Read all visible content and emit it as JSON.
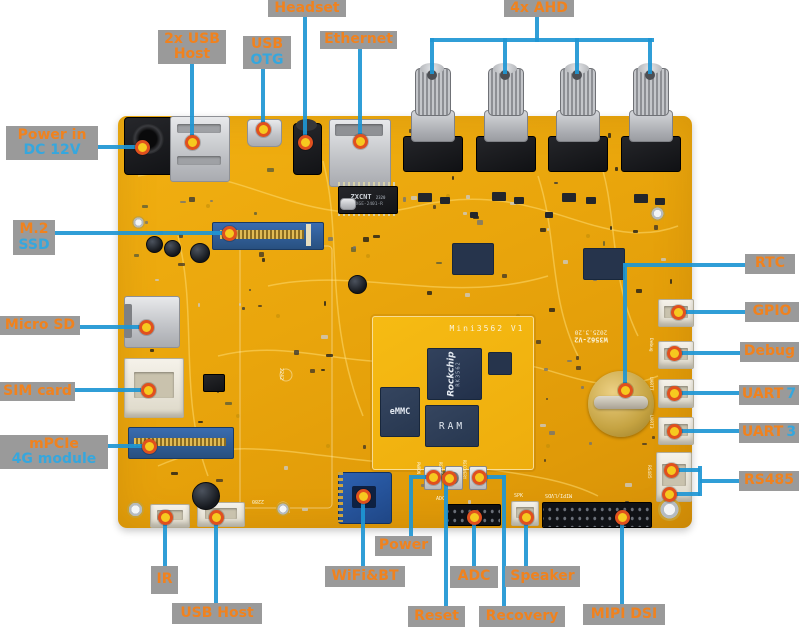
{
  "palette": {
    "pcb": "#EDA90E",
    "line_blue": "#1E96D4",
    "label_bg": "#9A9A9A",
    "orange": "#F0821E",
    "blue": "#35A7DE",
    "dot_ring": "#E0501E",
    "dot_fill": "#F6C91F"
  },
  "callouts": {
    "headset": {
      "rows": [
        [
          {
            "t": "Headset",
            "c": "orange"
          }
        ]
      ]
    },
    "ahd": {
      "rows": [
        [
          {
            "t": "4x AHD",
            "c": "orange"
          }
        ]
      ]
    },
    "usb_host_top": {
      "rows": [
        [
          {
            "t": "2x USB",
            "c": "orange"
          }
        ],
        [
          {
            "t": "Host",
            "c": "orange"
          }
        ]
      ]
    },
    "usb_otg": {
      "rows": [
        [
          {
            "t": "USB",
            "c": "orange"
          }
        ],
        [
          {
            "t": "OTG",
            "c": "blue"
          }
        ]
      ]
    },
    "ethernet": {
      "rows": [
        [
          {
            "t": "Ethernet",
            "c": "orange"
          }
        ]
      ]
    },
    "power_in": {
      "rows": [
        [
          {
            "t": "Power in",
            "c": "orange"
          }
        ],
        [
          {
            "t": "DC 12V",
            "c": "blue"
          }
        ]
      ]
    },
    "m2_ssd": {
      "rows": [
        [
          {
            "t": "M.2",
            "c": "orange"
          }
        ],
        [
          {
            "t": "SSD",
            "c": "blue"
          }
        ]
      ]
    },
    "micro_sd": {
      "rows": [
        [
          {
            "t": "Micro SD",
            "c": "orange"
          }
        ]
      ]
    },
    "sim_card": {
      "rows": [
        [
          {
            "t": "SIM card",
            "c": "orange"
          }
        ]
      ]
    },
    "mpcie": {
      "rows": [
        [
          {
            "t": "mPCIe",
            "c": "orange"
          }
        ],
        [
          {
            "t": "4G module",
            "c": "blue"
          }
        ]
      ]
    },
    "rtc": {
      "rows": [
        [
          {
            "t": "RTC",
            "c": "orange"
          }
        ]
      ]
    },
    "gpio": {
      "rows": [
        [
          {
            "t": "GPIO",
            "c": "orange"
          }
        ]
      ]
    },
    "debug": {
      "rows": [
        [
          {
            "t": "Debug",
            "c": "orange"
          }
        ]
      ]
    },
    "uart7": {
      "rows": [
        [
          {
            "t": "UART",
            "c": "orange"
          },
          {
            "t": "7",
            "c": "blue"
          }
        ]
      ]
    },
    "uart3": {
      "rows": [
        [
          {
            "t": "UART",
            "c": "orange"
          },
          {
            "t": "3",
            "c": "blue"
          }
        ]
      ]
    },
    "rs485": {
      "rows": [
        [
          {
            "t": "RS485",
            "c": "orange"
          }
        ]
      ]
    },
    "ir": {
      "rows": [
        [
          {
            "t": "IR",
            "c": "orange"
          }
        ]
      ]
    },
    "usb_host_bottom": {
      "rows": [
        [
          {
            "t": "USB Host",
            "c": "orange"
          }
        ]
      ]
    },
    "wifi_bt": {
      "rows": [
        [
          {
            "t": "WiFi&BT",
            "c": "orange"
          }
        ]
      ]
    },
    "power": {
      "rows": [
        [
          {
            "t": "Power",
            "c": "orange"
          }
        ]
      ]
    },
    "reset": {
      "rows": [
        [
          {
            "t": "Reset",
            "c": "orange"
          }
        ]
      ]
    },
    "adc": {
      "rows": [
        [
          {
            "t": "ADC",
            "c": "orange"
          }
        ]
      ]
    },
    "recovery": {
      "rows": [
        [
          {
            "t": "Recovery",
            "c": "orange"
          }
        ]
      ]
    },
    "speaker": {
      "rows": [
        [
          {
            "t": "Speaker",
            "c": "orange"
          }
        ]
      ]
    },
    "mipi_dsi": {
      "rows": [
        [
          {
            "t": "MIPI DSI",
            "c": "orange"
          }
        ]
      ]
    }
  },
  "board": {
    "module_silk": "Mini3562 V1",
    "soc_line1": "Rockchip",
    "soc_line2": "RK3562",
    "emmc": "eMMC",
    "ram": "RAM",
    "eth_chip_line1": "ZXCNT",
    "eth_chip_line1b": "2320",
    "eth_chip_line2": "ZXGE-2401-R",
    "silk_board": "W3562-V2",
    "silk_date": "2025.3.20",
    "silk_pwron": "PWRON",
    "silk_reset": "RESET",
    "silk_recovery": "RECOVERY",
    "silk_adc": "ADC",
    "silk_spk": "SPK",
    "silk_mipi": "MIPI/LVDS",
    "silk_rs485": "RS485",
    "silk_debug": "Debug",
    "silk_uart7": "UART7",
    "silk_uart3": "UART3",
    "silk_2242": "2242",
    "silk_2280": "2280"
  }
}
